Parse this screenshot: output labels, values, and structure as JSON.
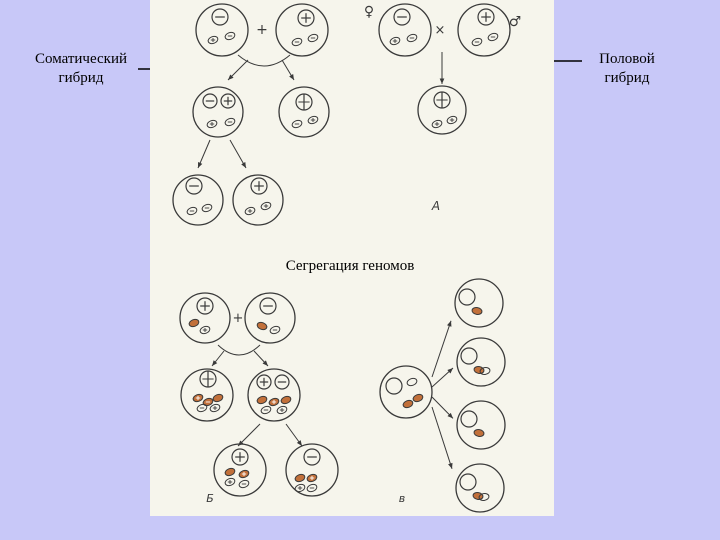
{
  "left_label": {
    "line1": "Соматический",
    "line2": "гибрид"
  },
  "right_label": {
    "line1": "Половой",
    "line2": "гибрид"
  },
  "caption": "Сегрегация геномов",
  "symbols": {
    "plus": "+",
    "minus": "−",
    "cross": "×",
    "female": "♀",
    "male": "♂"
  },
  "panel_letters": {
    "a": "А",
    "b": "Б",
    "c": "в"
  },
  "colors": {
    "background": "#c8c8f8",
    "panel": "#f6f5ec",
    "line": "#3a3a3a",
    "organelle_fill": "#c2703a"
  }
}
